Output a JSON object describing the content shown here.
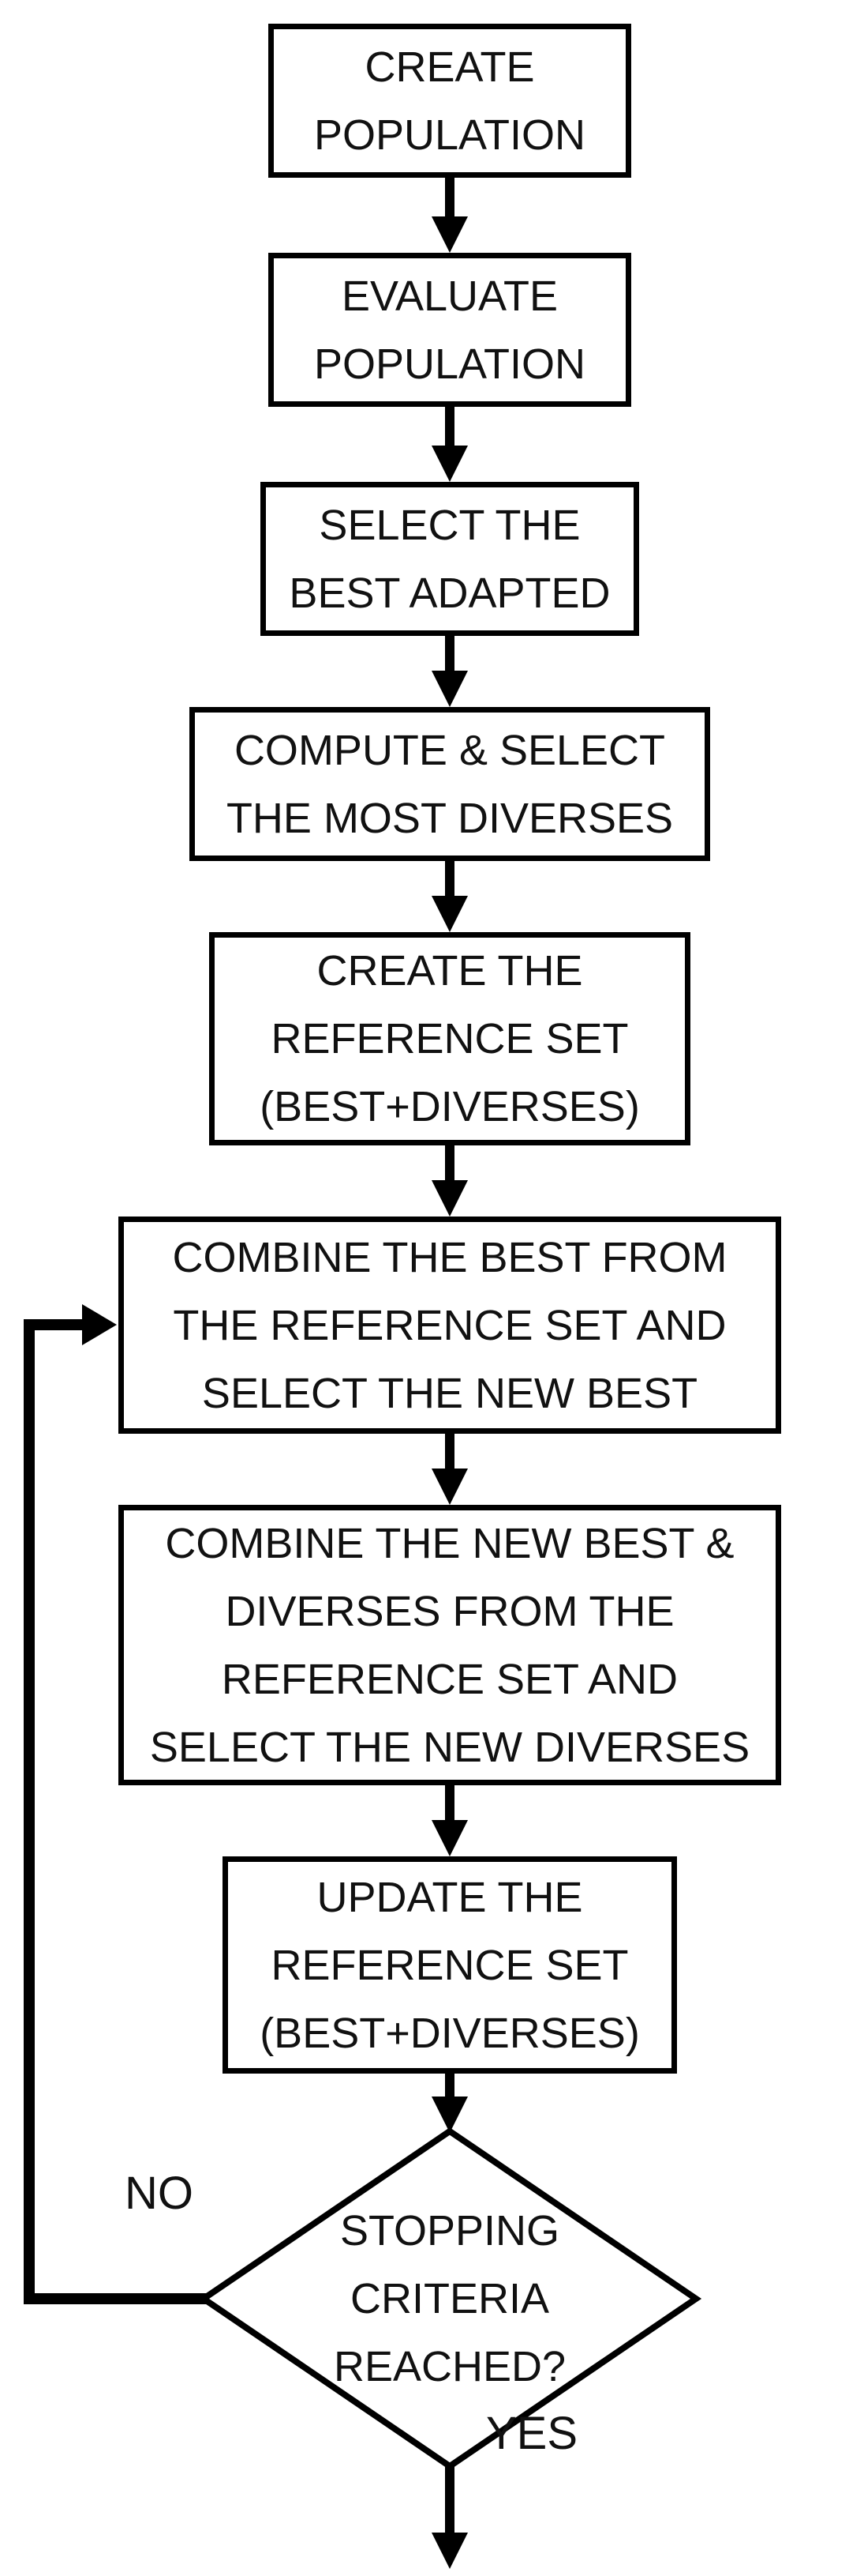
{
  "flowchart": {
    "description": "Scatter search algorithm flowchart",
    "colors": {
      "line": "#000000",
      "fill": "#ffffff",
      "text": "#111111"
    },
    "nodes": [
      {
        "id": "create-population",
        "type": "process",
        "text": "CREATE\nPOPULATION"
      },
      {
        "id": "evaluate-population",
        "type": "process",
        "text": "EVALUATE\nPOPULATION"
      },
      {
        "id": "select-best-adapted",
        "type": "process",
        "text": "SELECT THE\nBEST ADAPTED"
      },
      {
        "id": "compute-select-most-diverses",
        "type": "process",
        "text": "COMPUTE & SELECT\nTHE MOST DIVERSES"
      },
      {
        "id": "create-reference-set",
        "type": "process",
        "text": "CREATE THE\nREFERENCE SET\n(BEST+DIVERSES)"
      },
      {
        "id": "combine-best-select-new-best",
        "type": "process",
        "text": "COMBINE THE BEST FROM\nTHE REFERENCE SET AND\nSELECT THE NEW BEST"
      },
      {
        "id": "combine-new-best-diverses",
        "type": "process",
        "text": "COMBINE THE NEW BEST &\nDIVERSES FROM THE\nREFERENCE SET AND\nSELECT THE NEW DIVERSES"
      },
      {
        "id": "update-reference-set",
        "type": "process",
        "text": "UPDATE THE\nREFERENCE SET\n(BEST+DIVERSES)"
      },
      {
        "id": "stopping-criteria",
        "type": "decision",
        "text": "STOPPING\nCRITERIA\nREACHED?"
      }
    ],
    "edge_labels": {
      "no": "NO",
      "yes": "YES"
    }
  }
}
